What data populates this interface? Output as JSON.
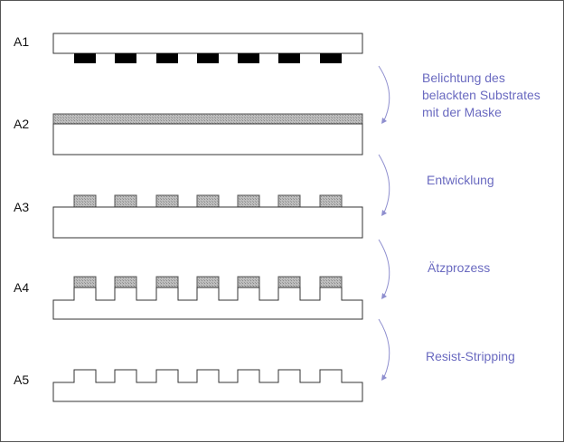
{
  "diagram": {
    "step_labels": [
      "A1",
      "A2",
      "A3",
      "A4",
      "A5"
    ],
    "process_labels": [
      "Belichtung des\nbelackten Substrates\nmit der Maske",
      "Entwicklung",
      "Ätzprozess",
      "Resist-Stripping"
    ],
    "colors": {
      "outline": "#333333",
      "mask_block": "#000000",
      "resist": "#b0b0b0",
      "arrow": "#8f8fcf",
      "text_accent": "#6a6ac0"
    }
  }
}
